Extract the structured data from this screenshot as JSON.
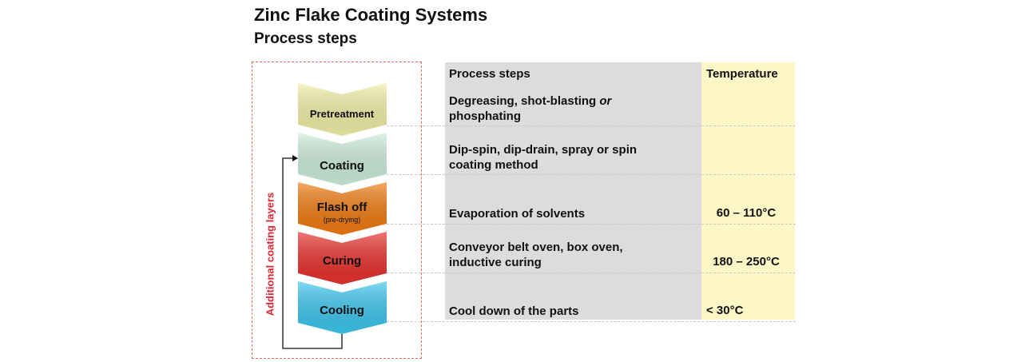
{
  "header": {
    "title": "Zinc Flake Coating Systems",
    "subtitle": "Process steps"
  },
  "loop_label": "Additional coating layers",
  "steps": [
    {
      "label": "Pretreatment",
      "sub": "",
      "color": "#f2f0a6"
    },
    {
      "label": "Coating",
      "sub": "",
      "color": "#cdeedd"
    },
    {
      "label": "Flash off",
      "sub": "(pre-drying)",
      "color": "#f07a10"
    },
    {
      "label": "Curing",
      "sub": "",
      "color": "#e8302c"
    },
    {
      "label": "Cooling",
      "sub": "",
      "color": "#3cc6ee"
    }
  ],
  "table": {
    "col_process": "Process steps",
    "col_temperature": "Temperature",
    "rows": [
      {
        "line1": "Degreasing, shot-blasting ",
        "line1_em": "or",
        "line2": "phosphating",
        "temperature": ""
      },
      {
        "line1": "Dip-spin, dip-drain, spray or spin",
        "line1_em": "",
        "line2": "coating method",
        "temperature": ""
      },
      {
        "line1": "Evaporation of solvents",
        "line1_em": "",
        "line2": "",
        "temperature": "60 – 110°C"
      },
      {
        "line1": "Conveyor belt oven, box oven,",
        "line1_em": "",
        "line2": "inductive curing",
        "temperature": "180 – 250°C"
      },
      {
        "line1": "Cool down of the parts",
        "line1_em": "",
        "line2": "",
        "temperature": "< 30°C"
      }
    ]
  },
  "colors": {
    "accent_red": "#e0242f",
    "column_gray": "#dcdcdc",
    "column_yellow": "#fdf6c6"
  }
}
